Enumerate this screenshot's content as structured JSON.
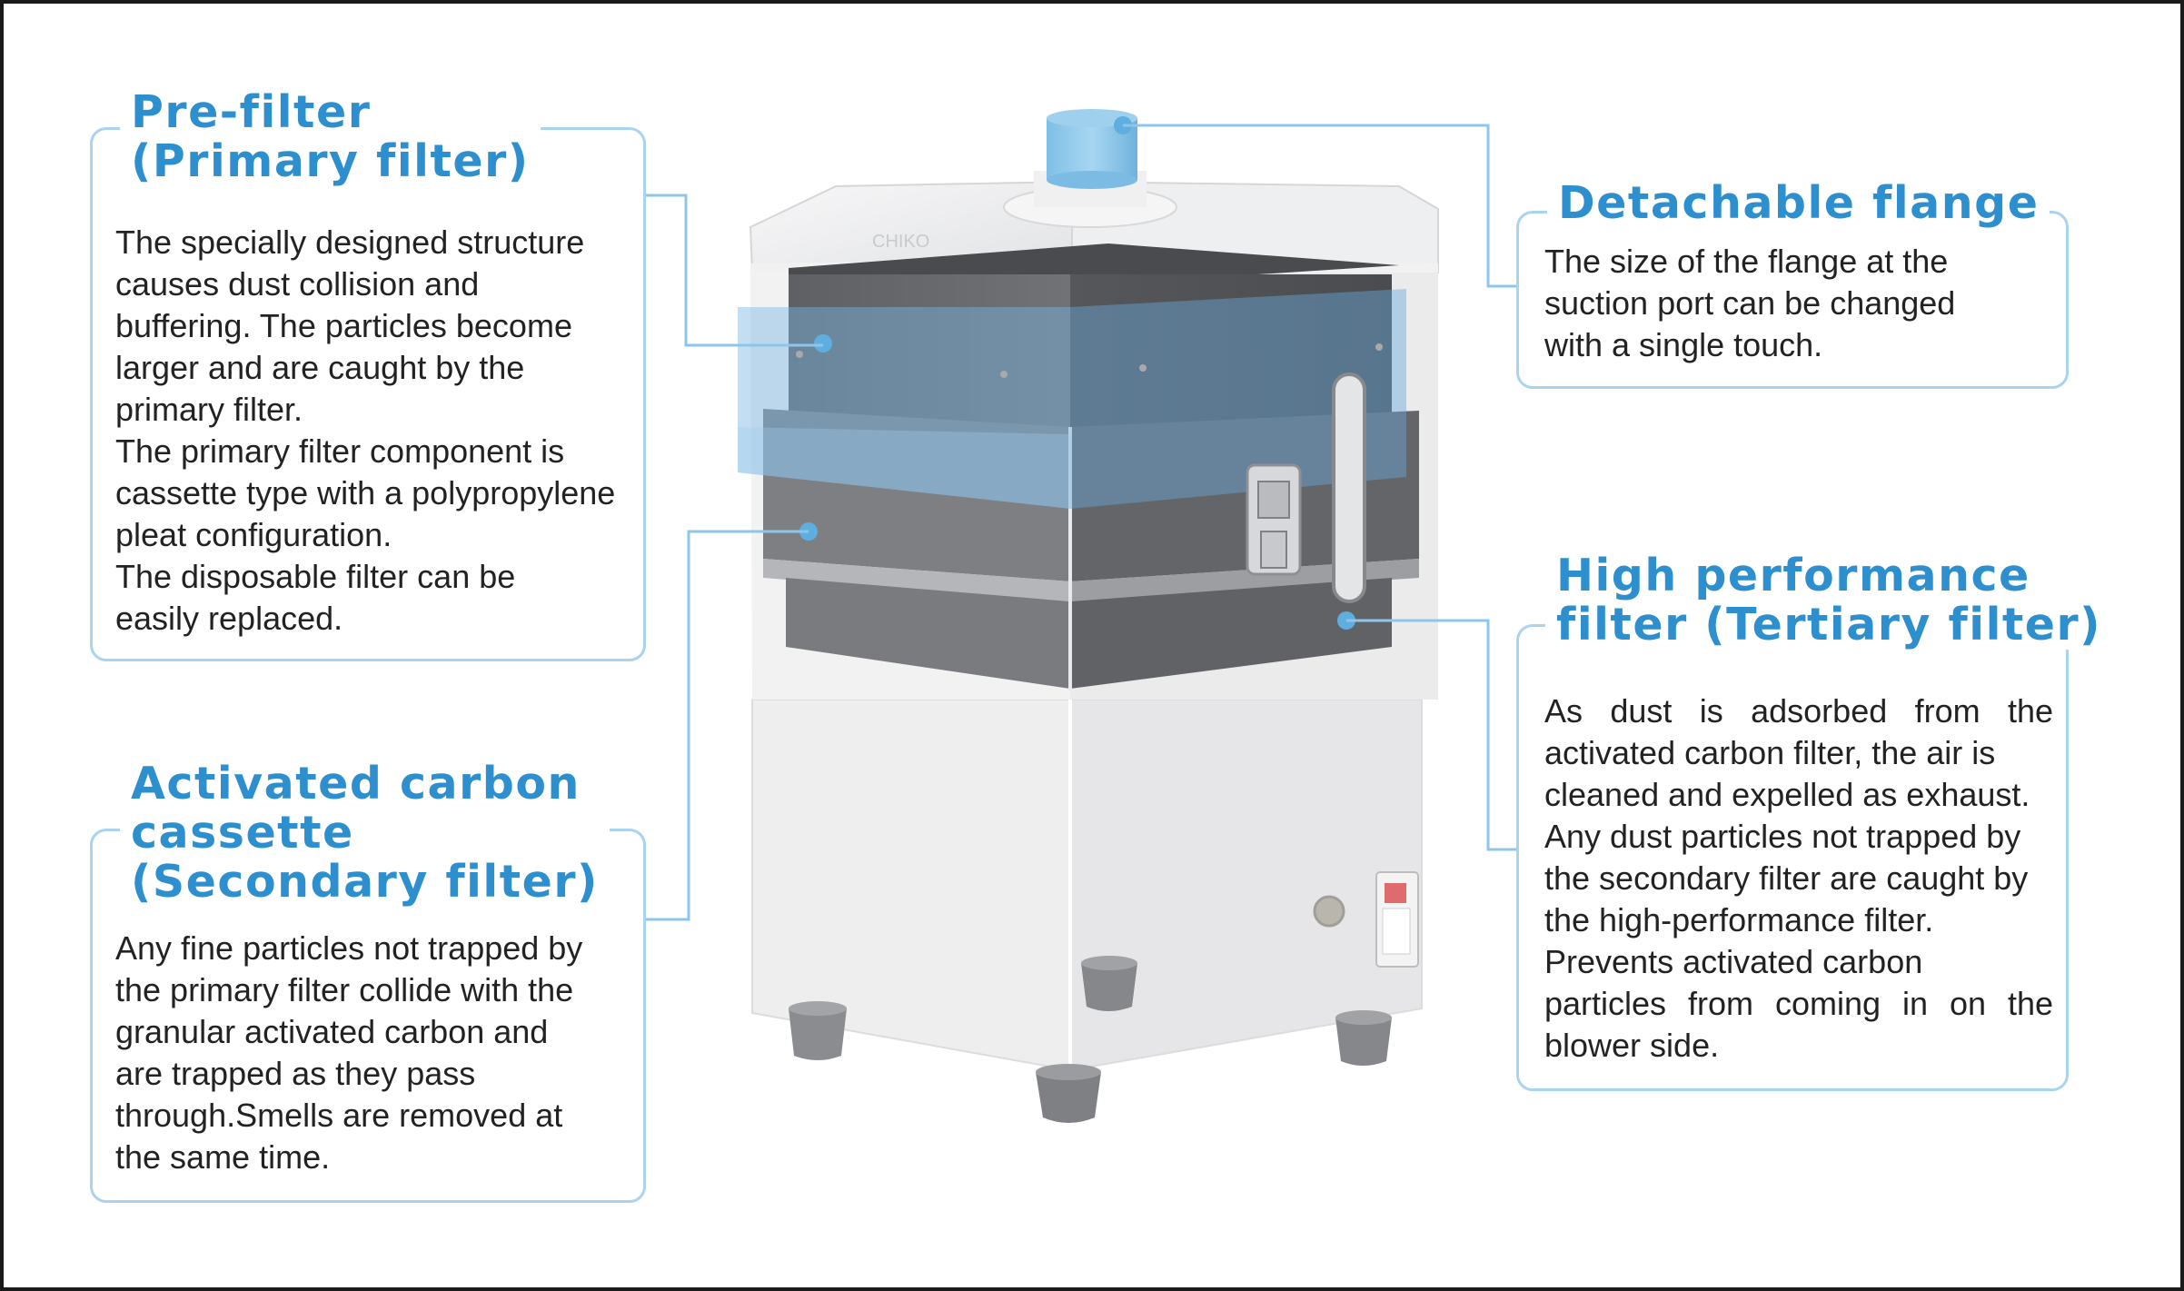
{
  "colors": {
    "accent": "#2e8fce",
    "callout_border": "#a9d3ef",
    "leader": "#8fc5ea",
    "text": "#222222"
  },
  "callouts": {
    "pre_filter": {
      "heading": [
        "Pre-filter",
        "(Primary filter)"
      ],
      "body": [
        "The specially designed structure",
        "causes dust collision and",
        "buffering.  The particles become",
        "larger and are caught by the",
        "primary filter.",
        "The primary filter component is",
        "cassette type with a polypropylene",
        "pleat configuration.",
        "The disposable filter can be",
        "easily replaced."
      ]
    },
    "carbon": {
      "heading": [
        "Activated carbon",
        "cassette",
        "(Secondary filter)"
      ],
      "body": [
        "Any fine particles not trapped by",
        "the primary filter collide with the",
        "granular activated carbon and",
        "are trapped as they pass",
        "through.Smells are removed at",
        "the same time."
      ]
    },
    "flange": {
      "heading": [
        "Detachable flange"
      ],
      "body": [
        "The size of the flange at the",
        "suction port can be changed",
        "with a single touch."
      ]
    },
    "hepa": {
      "heading": [
        "High performance",
        "filter (Tertiary filter)"
      ],
      "body": [
        "As dust is adsorbed from the",
        "activated carbon filter, the air is",
        "cleaned and expelled as exhaust.",
        "Any dust particles not trapped by",
        "the secondary filter are caught by",
        "the high-performance filter.",
        "Prevents activated carbon",
        "particles from coming in on the",
        "blower side."
      ]
    }
  }
}
